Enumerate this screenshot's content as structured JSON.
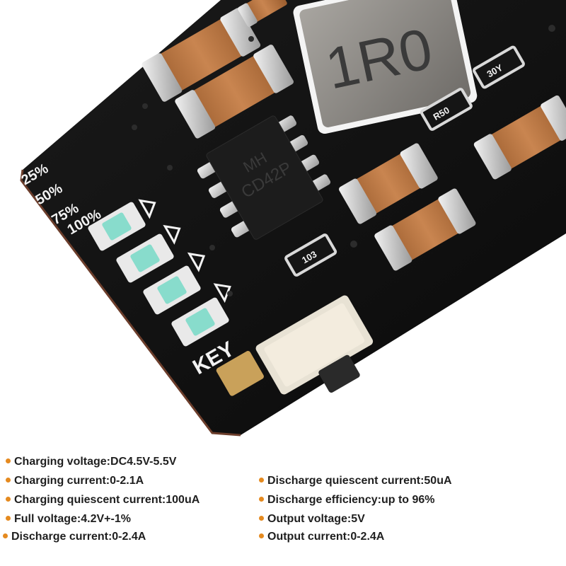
{
  "board": {
    "inductor_marking": "1R0",
    "ic_marking_line1": "MH",
    "ic_marking_line2": "CD42P",
    "resistor_r50": "R50",
    "resistor_30y": "30Y",
    "resistor_103": "103",
    "key_label": "KEY",
    "led_labels": [
      "25%",
      "50%",
      "75%",
      "100%"
    ]
  },
  "specs": {
    "left": [
      "Charging voltage:DC4.5V-5.5V",
      "Charging current:0-2.1A",
      "Charging quiescent current:100uA",
      "Full voltage:4.2V+-1%",
      "Discharge current:0-2.4A"
    ],
    "right": [
      "Discharge quiescent current:50uA",
      "Discharge efficiency:up to 96%",
      "Output voltage:5V",
      "Output current:0-2.4A"
    ]
  },
  "colors": {
    "pcb": "#111111",
    "bullet": "#e58a1f",
    "capacitor": "#b5733f",
    "pad": "#d9d9d9",
    "inductor": "#8e8b86"
  }
}
